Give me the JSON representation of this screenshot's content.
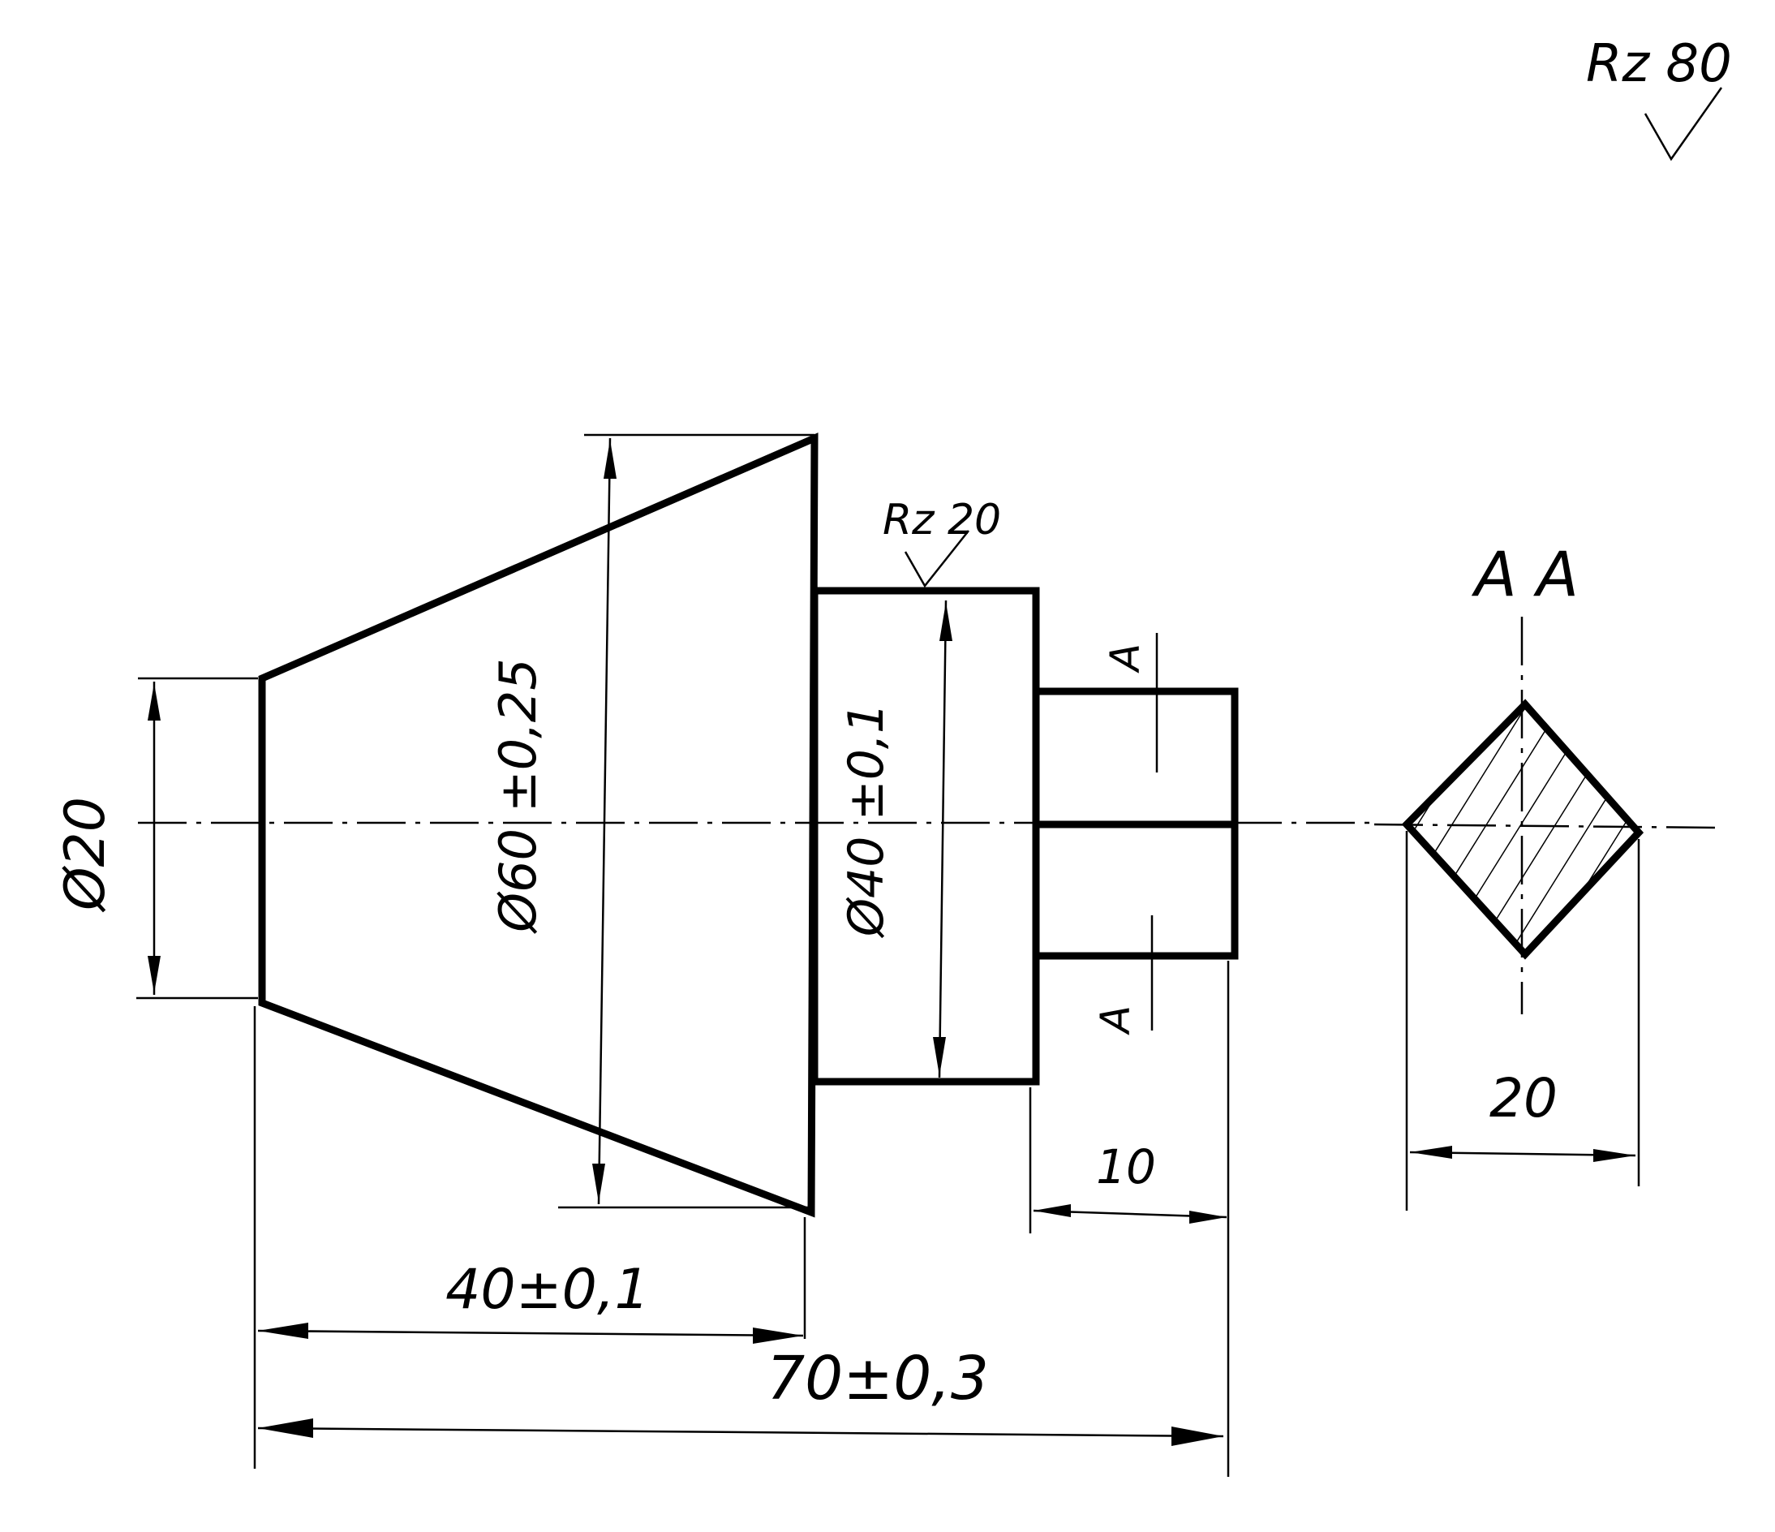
{
  "labels": {
    "roughness_general": "Rz 80",
    "roughness_local": "Rz 20",
    "section_title": "A A",
    "cut_mark_top": "A",
    "cut_mark_bottom": "A",
    "dim_diameter_20": "Ø20",
    "dim_diameter_60": "Ø60 ±0,25",
    "dim_diameter_40": "Ø40 ±0,1",
    "dim_length_40": "40±0,1",
    "dim_length_70": "70±0,3",
    "dim_length_10": "10",
    "dim_section_20": "20"
  }
}
